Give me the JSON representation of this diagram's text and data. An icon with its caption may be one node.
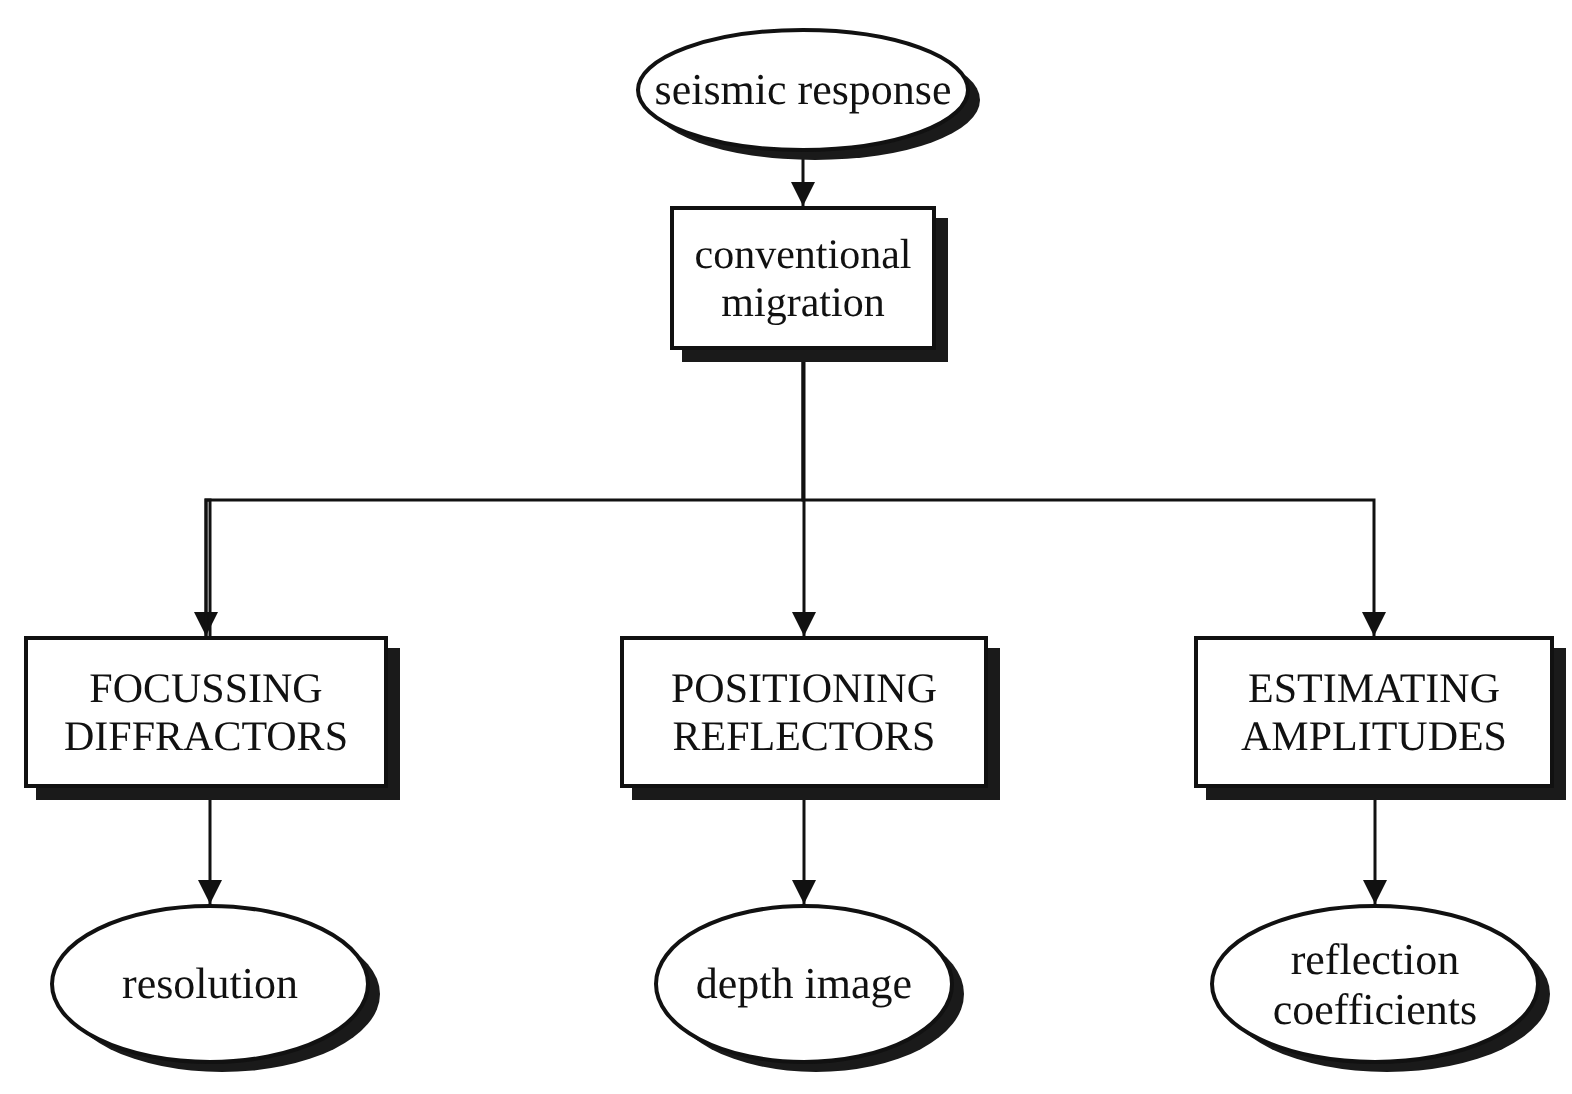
{
  "diagram": {
    "nodes": [
      {
        "text": [
          "seismic response"
        ]
      },
      {
        "text": [
          "conventional migration"
        ]
      },
      {
        "text": [
          "FOCUSSING DIFFRACTORS"
        ]
      },
      {
        "text": [
          "POSITIONING REFLECTORS"
        ]
      },
      {
        "text": [
          "ESTIMATING AMPLITUDES"
        ]
      },
      {
        "text": [
          "resolution"
        ]
      },
      {
        "text": [
          "depth image"
        ]
      },
      {
        "text": [
          "reflection coefficients"
        ]
      }
    ],
    "edges": [
      {
        "from": 0,
        "to": 1,
        "arrow": "to"
      },
      {
        "from": 1,
        "to": 2,
        "arrow": "to"
      },
      {
        "from": 1,
        "to": 3,
        "arrow": "to"
      },
      {
        "from": 1,
        "to": 4,
        "arrow": "to"
      },
      {
        "from": 2,
        "to": 5,
        "arrow": "to"
      },
      {
        "from": 3,
        "to": 6,
        "arrow": "to"
      },
      {
        "from": 4,
        "to": 7,
        "arrow": "to"
      }
    ]
  }
}
